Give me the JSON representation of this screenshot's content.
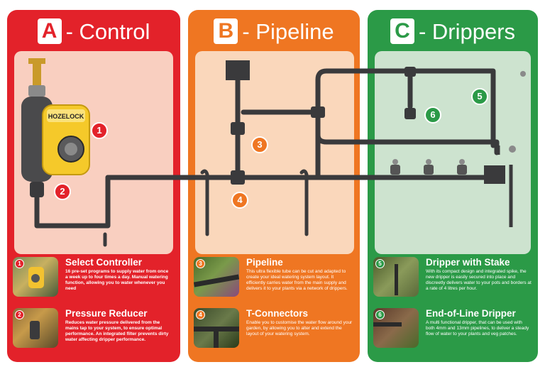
{
  "sections": [
    {
      "letter": "A",
      "title": "- Control"
    },
    {
      "letter": "B",
      "title": "- Pipeline"
    },
    {
      "letter": "C",
      "title": "- Drippers"
    }
  ],
  "callouts": [
    "1",
    "2",
    "3",
    "4",
    "5",
    "6"
  ],
  "components": [
    {
      "number": "1",
      "title": "Select Controller",
      "text": "16 pre-set programs to supply water from once a week up to four times a day. Manual watering function, allowing you to water whenever you need"
    },
    {
      "number": "2",
      "title": "Pressure Reducer",
      "text": "Reduces water pressure delivered from the mains tap to your system, to ensure optimal performance. An integrated filter prevents dirty water affecting dripper performance."
    },
    {
      "number": "3",
      "title": "Pipeline",
      "text": "This ultra flexible tube can be cut and adapted to create your ideal watering system layout. It efficiently carries water from the main supply and delivers it to your plants via a network of drippers."
    },
    {
      "number": "4",
      "title": "T-Connectors",
      "text": "Enable you to customise the water flow around your garden, by allowing you to alter and extend the layout of your watering system."
    },
    {
      "number": "5",
      "title": "Dripper with Stake",
      "text": "With its compact design and integrated spike, the new dripper is easily secured into place and discreetly delivers water to your pots and borders at a rate of 4 litres per hour."
    },
    {
      "number": "6",
      "title": "End-of-Line Dripper",
      "text": "A multi functional dripper, that can be used with both 4mm and 13mm pipelines, to deliver a steady flow of water to your plants and veg patches."
    }
  ],
  "device": {
    "brand": "HOZELOCK"
  },
  "colors": {
    "control": "#e3222a",
    "pipeline": "#ef7622",
    "drippers": "#2b9a47",
    "pipe": "#3a3a3c"
  }
}
